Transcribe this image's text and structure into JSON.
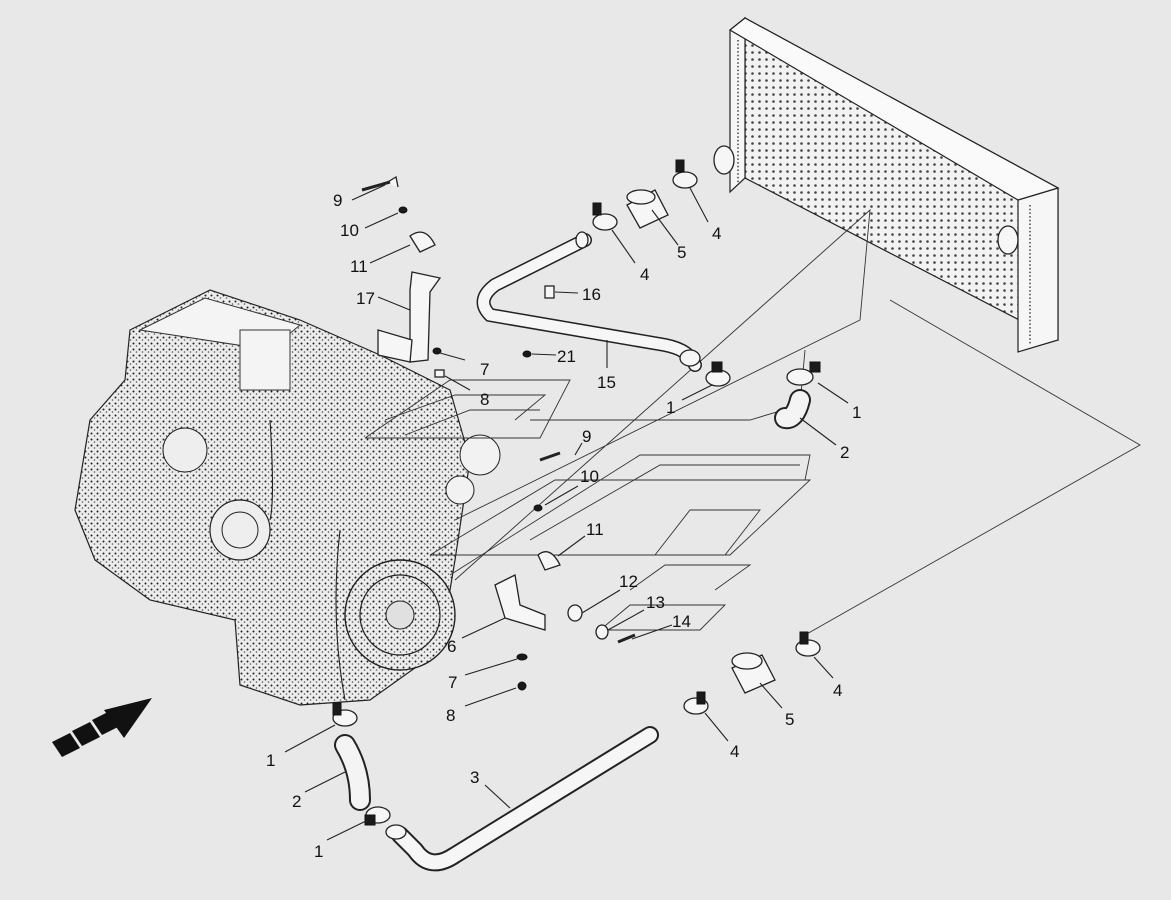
{
  "diagram": {
    "callouts": [
      {
        "id": "c9a",
        "text": "9"
      },
      {
        "id": "c10a",
        "text": "10"
      },
      {
        "id": "c11a",
        "text": "11"
      },
      {
        "id": "c17",
        "text": "17"
      },
      {
        "id": "c7a",
        "text": "7"
      },
      {
        "id": "c21",
        "text": "21"
      },
      {
        "id": "c8a",
        "text": "8"
      },
      {
        "id": "c16",
        "text": "16"
      },
      {
        "id": "c15",
        "text": "15"
      },
      {
        "id": "c4a",
        "text": "4"
      },
      {
        "id": "c5a",
        "text": "5"
      },
      {
        "id": "c4b",
        "text": "4"
      },
      {
        "id": "c1a",
        "text": "1"
      },
      {
        "id": "c1b",
        "text": "1"
      },
      {
        "id": "c2a",
        "text": "2"
      },
      {
        "id": "c9b",
        "text": "9"
      },
      {
        "id": "c10b",
        "text": "10"
      },
      {
        "id": "c11b",
        "text": "11"
      },
      {
        "id": "c12",
        "text": "12"
      },
      {
        "id": "c13",
        "text": "13"
      },
      {
        "id": "c14",
        "text": "14"
      },
      {
        "id": "c6",
        "text": "6"
      },
      {
        "id": "c7b",
        "text": "7"
      },
      {
        "id": "c8b",
        "text": "8"
      },
      {
        "id": "c4c",
        "text": "4"
      },
      {
        "id": "c5b",
        "text": "5"
      },
      {
        "id": "c4d",
        "text": "4"
      },
      {
        "id": "c1c",
        "text": "1"
      },
      {
        "id": "c2b",
        "text": "2"
      },
      {
        "id": "c3",
        "text": "3"
      },
      {
        "id": "c1d",
        "text": "1"
      }
    ],
    "icons": {
      "engine": "engine-block-icon",
      "radiator": "radiator-icon",
      "direction": "forward-direction-arrow-icon"
    }
  }
}
